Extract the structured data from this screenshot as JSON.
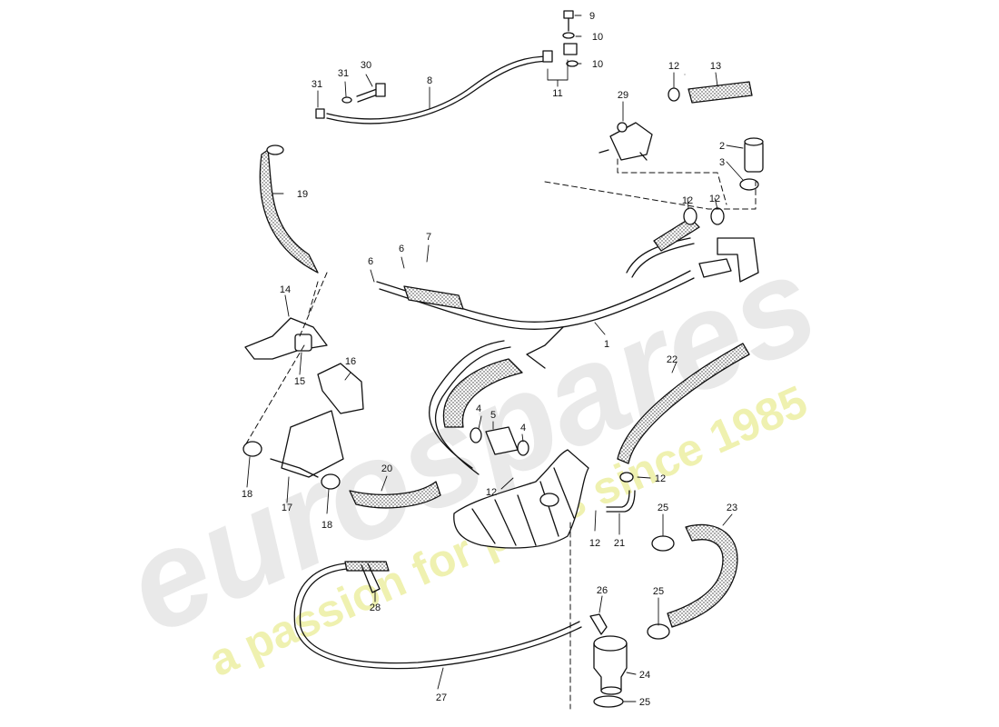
{
  "watermark": {
    "brand": "eurospares",
    "tagline": "a passion for parts since 1985",
    "brand_color": "#d8d8d8",
    "tagline_color": "#eef0a8"
  },
  "callouts": [
    {
      "id": "c1",
      "label": "1"
    },
    {
      "id": "c2",
      "label": "2"
    },
    {
      "id": "c3",
      "label": "3"
    },
    {
      "id": "c4a",
      "label": "4"
    },
    {
      "id": "c4b",
      "label": "4"
    },
    {
      "id": "c5",
      "label": "5"
    },
    {
      "id": "c6a",
      "label": "6"
    },
    {
      "id": "c6b",
      "label": "6"
    },
    {
      "id": "c7",
      "label": "7"
    },
    {
      "id": "c8",
      "label": "8"
    },
    {
      "id": "c9",
      "label": "9"
    },
    {
      "id": "c10a",
      "label": "10"
    },
    {
      "id": "c10b",
      "label": "10"
    },
    {
      "id": "c11",
      "label": "11"
    },
    {
      "id": "c12a",
      "label": "12"
    },
    {
      "id": "c12b",
      "label": "12"
    },
    {
      "id": "c12c",
      "label": "12"
    },
    {
      "id": "c12d",
      "label": "12"
    },
    {
      "id": "c12e",
      "label": "12"
    },
    {
      "id": "c12f",
      "label": "12"
    },
    {
      "id": "c13",
      "label": "13"
    },
    {
      "id": "c14",
      "label": "14"
    },
    {
      "id": "c15",
      "label": "15"
    },
    {
      "id": "c16",
      "label": "16"
    },
    {
      "id": "c17",
      "label": "17"
    },
    {
      "id": "c18a",
      "label": "18"
    },
    {
      "id": "c18b",
      "label": "18"
    },
    {
      "id": "c19",
      "label": "19"
    },
    {
      "id": "c20",
      "label": "20"
    },
    {
      "id": "c21",
      "label": "21"
    },
    {
      "id": "c22",
      "label": "22"
    },
    {
      "id": "c23",
      "label": "23"
    },
    {
      "id": "c24",
      "label": "24"
    },
    {
      "id": "c25a",
      "label": "25"
    },
    {
      "id": "c25b",
      "label": "25"
    },
    {
      "id": "c25c",
      "label": "25"
    },
    {
      "id": "c26",
      "label": "26"
    },
    {
      "id": "c27",
      "label": "27"
    },
    {
      "id": "c28",
      "label": "28"
    },
    {
      "id": "c29",
      "label": "29"
    },
    {
      "id": "c30",
      "label": "30"
    },
    {
      "id": "c31a",
      "label": "31"
    },
    {
      "id": "c31b",
      "label": "31"
    }
  ]
}
